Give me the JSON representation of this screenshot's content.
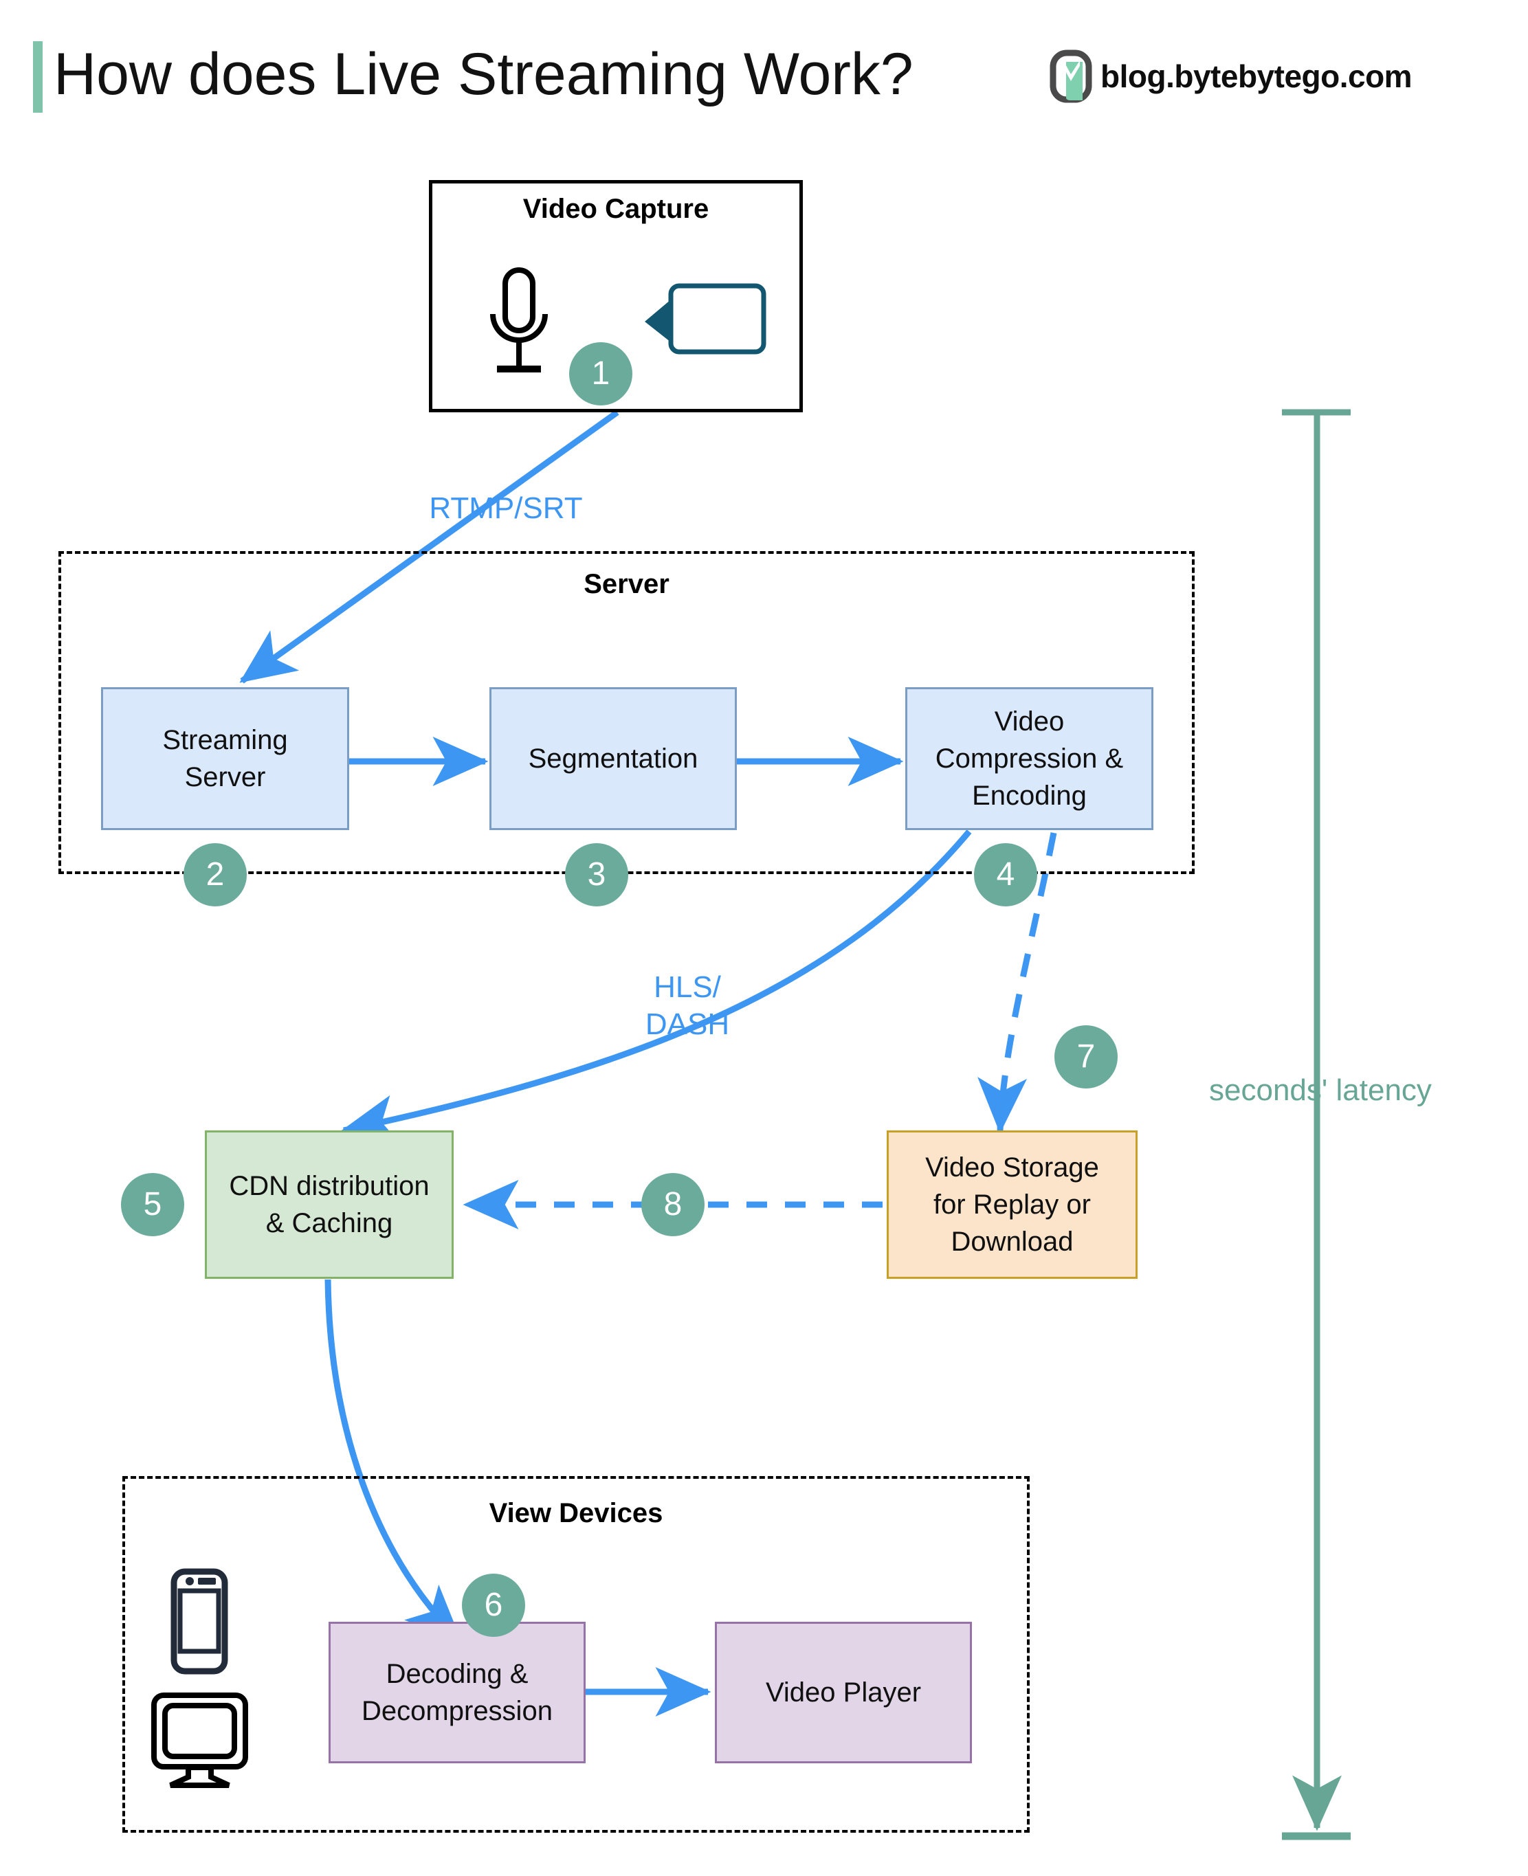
{
  "header": {
    "title": "How does Live Streaming Work?",
    "brand_text": "blog.bytebytego.com",
    "accent_color": "#7fc3ab"
  },
  "groups": {
    "capture": {
      "title": "Video Capture"
    },
    "server": {
      "title": "Server"
    },
    "view_devices": {
      "title": "View Devices"
    }
  },
  "nodes": {
    "streaming_server": {
      "label": "Streaming\nServer",
      "fill": "#dae8fc",
      "stroke": "#7b9dc4"
    },
    "segmentation": {
      "label": "Segmentation",
      "fill": "#dae8fc",
      "stroke": "#7b9dc4"
    },
    "video_compression": {
      "label": "Video\nCompression &\nEncoding",
      "fill": "#dae8fc",
      "stroke": "#7b9dc4"
    },
    "cdn": {
      "label": "CDN distribution\n& Caching",
      "fill": "#d5e8d4",
      "stroke": "#82b366"
    },
    "video_storage": {
      "label": "Video Storage\nfor Replay or\nDownload",
      "fill": "#fce4cb",
      "stroke": "#c8a026"
    },
    "decoding": {
      "label": "Decoding &\nDecompression",
      "fill": "#e1d5e7",
      "stroke": "#9673a6"
    },
    "video_player": {
      "label": "Video Player",
      "fill": "#e1d5e7",
      "stroke": "#9673a6"
    }
  },
  "steps": [
    {
      "n": "1",
      "of": "video-capture"
    },
    {
      "n": "2",
      "of": "streaming-server"
    },
    {
      "n": "3",
      "of": "segmentation"
    },
    {
      "n": "4",
      "of": "video-compression"
    },
    {
      "n": "5",
      "of": "cdn"
    },
    {
      "n": "6",
      "of": "decoding"
    },
    {
      "n": "7",
      "of": "video-storage"
    },
    {
      "n": "8",
      "of": "storage-to-cdn"
    }
  ],
  "edge_labels": {
    "capture_to_server": "RTMP/SRT",
    "encoding_to_cdn": "HLS/\nDASH"
  },
  "latency": {
    "label": "seconds' latency",
    "color": "#67a595"
  },
  "icons": {
    "microphone": "microphone-icon",
    "video_camera": "video-camera-icon",
    "phone": "mobile-phone-icon",
    "monitor": "desktop-monitor-icon"
  },
  "colors": {
    "arrow_blue": "#3d96f2",
    "step_badge": "#6aab9c",
    "dashed_border": "#000000"
  }
}
